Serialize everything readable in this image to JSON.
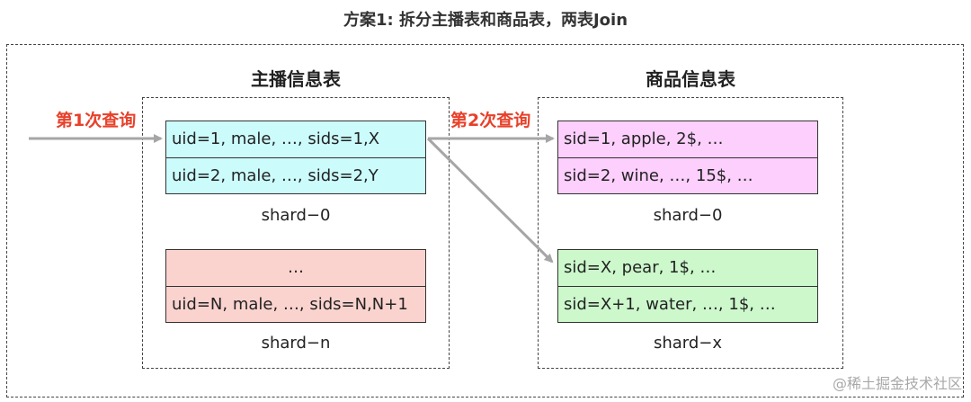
{
  "title": "方案1: 拆分主播表和商品表，两表Join",
  "anchor_table": {
    "title": "主播信息表",
    "shards": [
      {
        "label": "shard−0",
        "color": "#ccfbfc",
        "rows": [
          "uid=1, male, …, sids=1,X",
          "uid=2, male, …, sids=2,Y"
        ]
      },
      {
        "label": "shard−n",
        "color": "#fad3cf",
        "rows": [
          "…",
          "uid=N, male, …, sids=N,N+1"
        ]
      }
    ]
  },
  "product_table": {
    "title": "商品信息表",
    "shards": [
      {
        "label": "shard−0",
        "color": "#fccffc",
        "rows": [
          "sid=1, apple, 2$, …",
          "sid=2, wine, …, 15$, …"
        ]
      },
      {
        "label": "shard−x",
        "color": "#ccf8cc",
        "rows": [
          "sid=X, pear, 1$, …",
          "sid=X+1, water, …, 1$, …"
        ]
      }
    ]
  },
  "queries": {
    "first": "第1次查询",
    "second": "第2次查询",
    "color": "#e8402a"
  },
  "watermark": "@稀土掘金技术社区"
}
